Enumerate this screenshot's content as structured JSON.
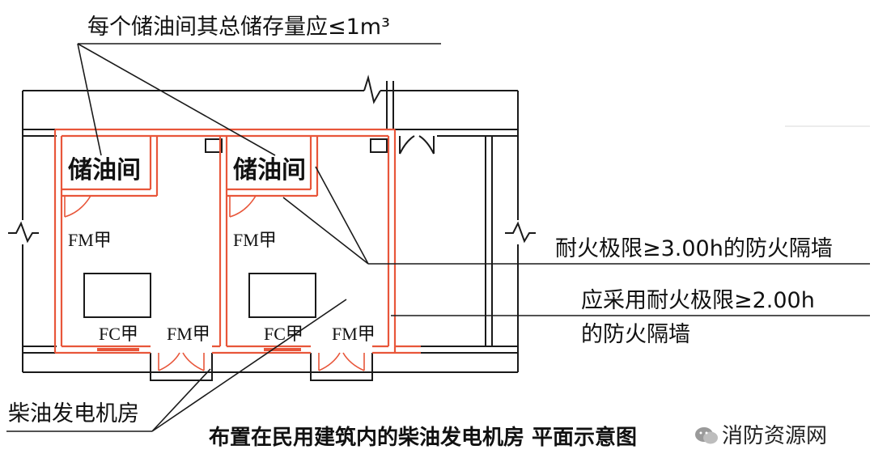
{
  "annotations": {
    "top_note": "每个储油间其总储存量应≤1m³",
    "wall_3h": "耐火极限≥3.00h的防火隔墙",
    "wall_2h_line1": "应采用耐火极限≥2.00h",
    "wall_2h_line2": "的防火隔墙",
    "generator_room": "柴油发电机房"
  },
  "rooms": [
    {
      "name": "储油间",
      "door_storage": "FM甲",
      "window": "FC甲",
      "door_main": "FM甲"
    },
    {
      "name": "储油间",
      "door_storage": "FM甲",
      "window": "FC甲",
      "door_main": "FM甲"
    }
  ],
  "caption": "布置在民用建筑内的柴油发电机房 平面示意图",
  "watermark": "消防资源网",
  "colors": {
    "fire_wall": "#e8563a",
    "line": "#1a1a1a"
  },
  "icons": [
    "wechat-icon"
  ]
}
